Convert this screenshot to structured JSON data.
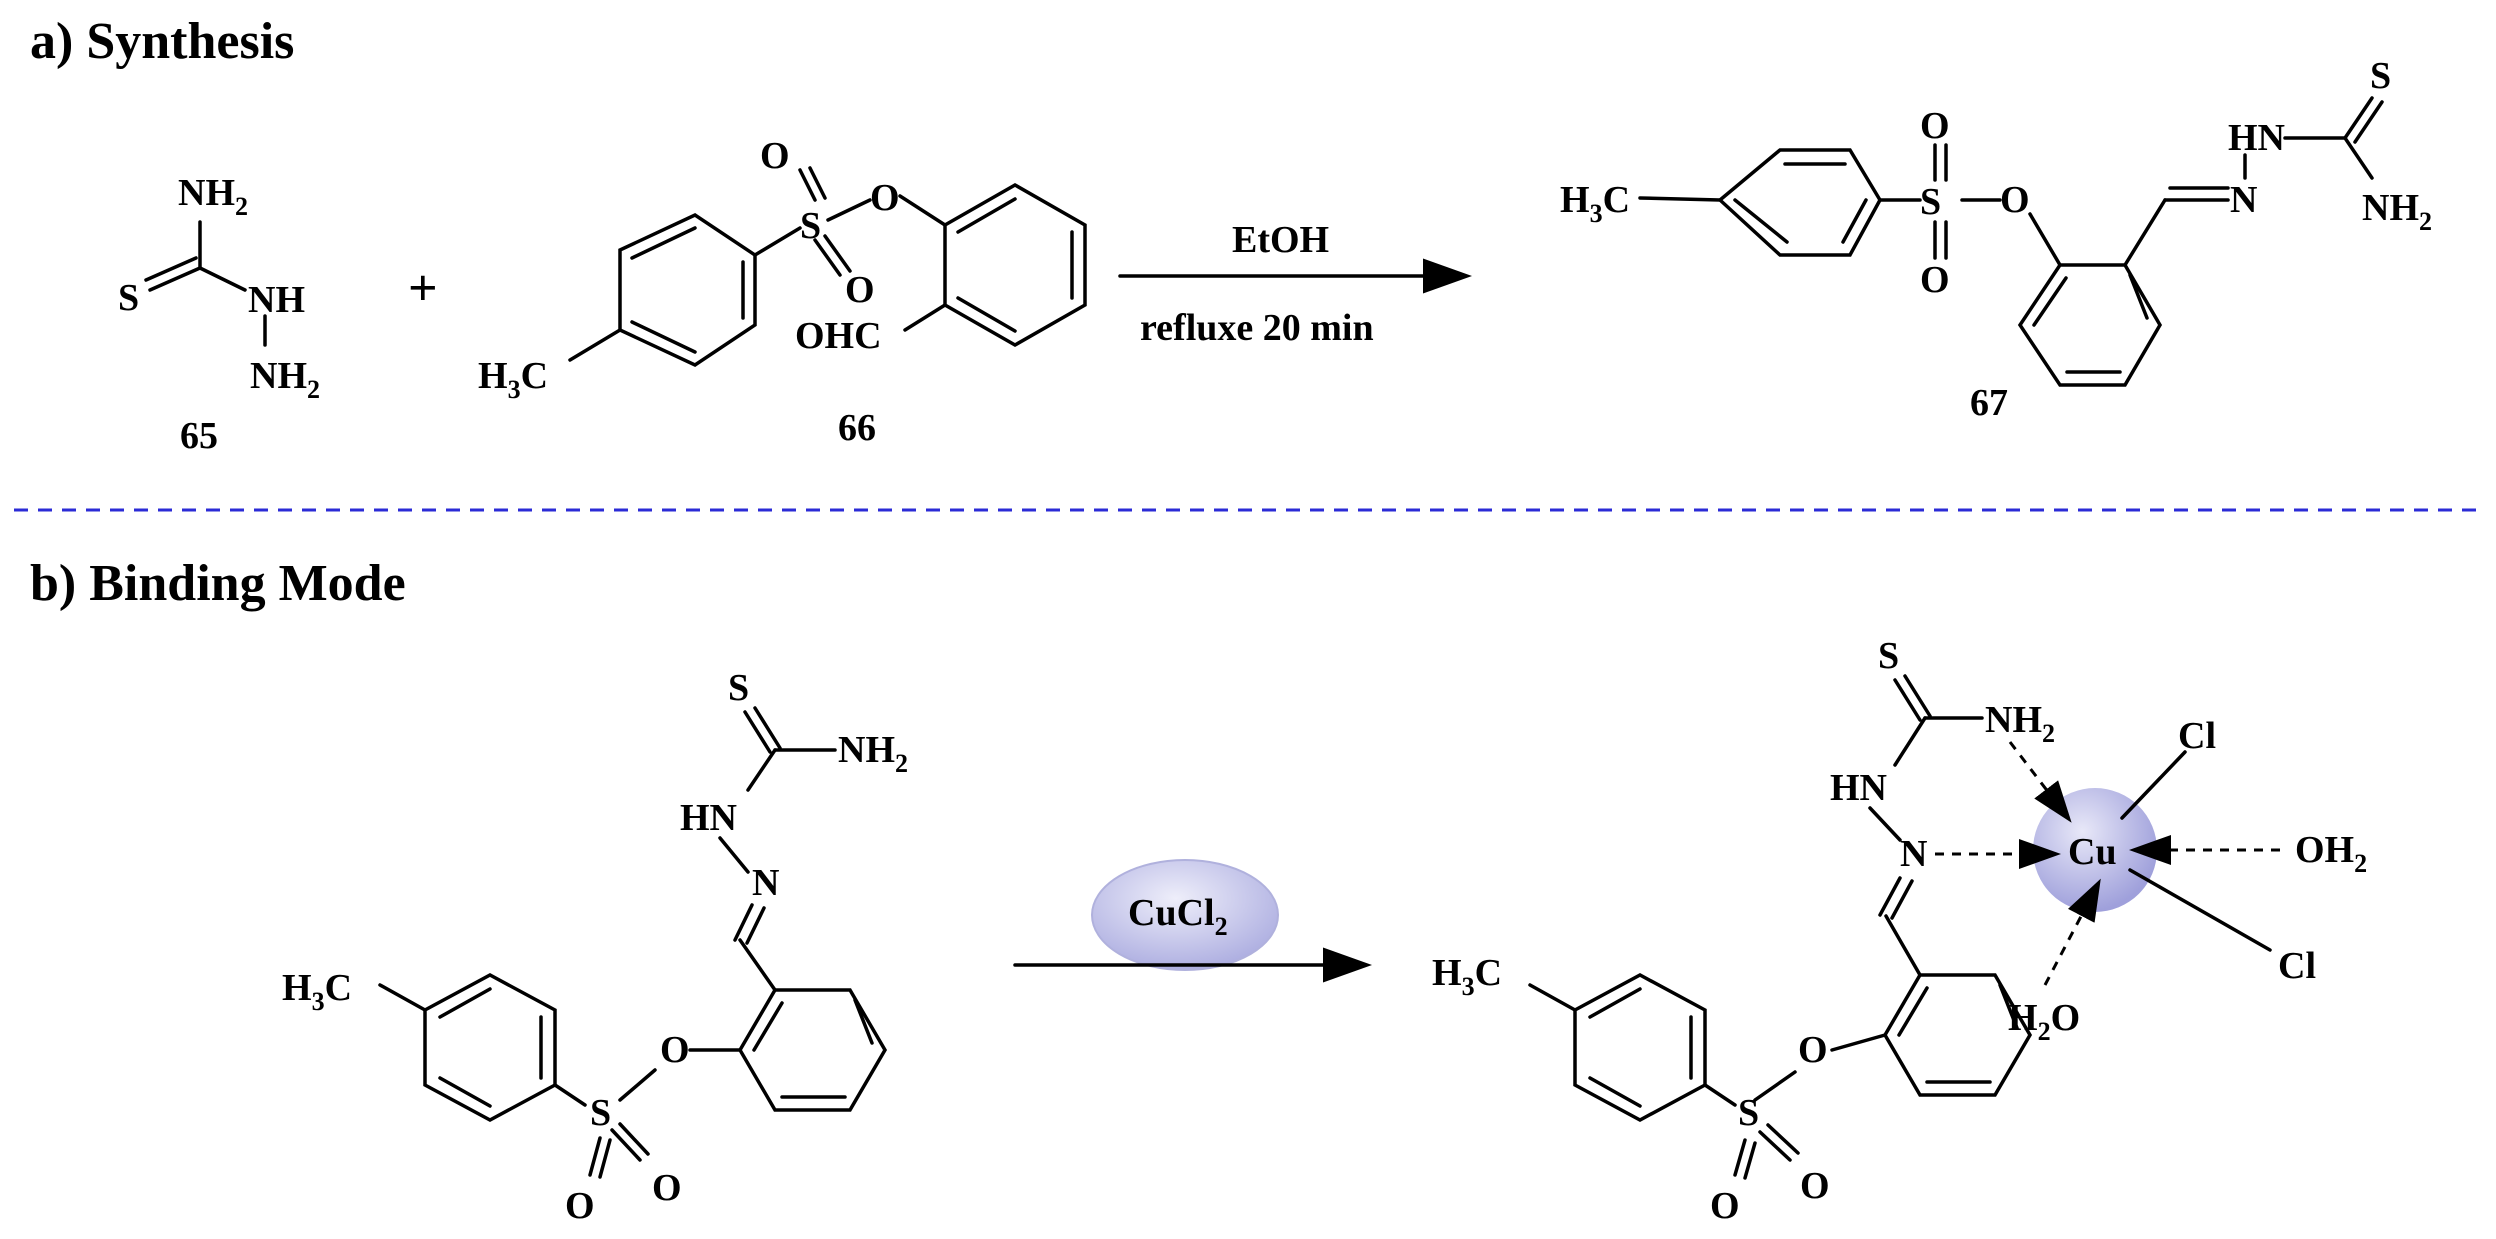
{
  "panel_a": {
    "title": "a) Synthesis"
  },
  "panel_b": {
    "title": "b) Binding Mode"
  },
  "plus": "+",
  "reaction_a": {
    "reagent": "EtOH",
    "conditions": "refluxe 20 min"
  },
  "reaction_b": {
    "reagent": "CuCl"
  },
  "compounds": {
    "c65": {
      "label": "65"
    },
    "c66": {
      "label": "66"
    },
    "c67": {
      "label": "67"
    }
  },
  "atoms": {
    "S": "S",
    "O": "O",
    "N": "N",
    "NH": "NH",
    "HN": "HN",
    "NH2": "NH",
    "H3C": "H",
    "C3": "C",
    "OHC": "OHC",
    "Cu": "Cu",
    "Cl": "Cl",
    "OH2": "OH",
    "H2O_H": "H",
    "H2O_O": "O",
    "sub2": "2",
    "sub3": "3"
  },
  "colors": {
    "separator": "#2b2bd6",
    "copper_sphere": "#b7b8e6",
    "reagent_bubble": "#c6c7ec"
  }
}
